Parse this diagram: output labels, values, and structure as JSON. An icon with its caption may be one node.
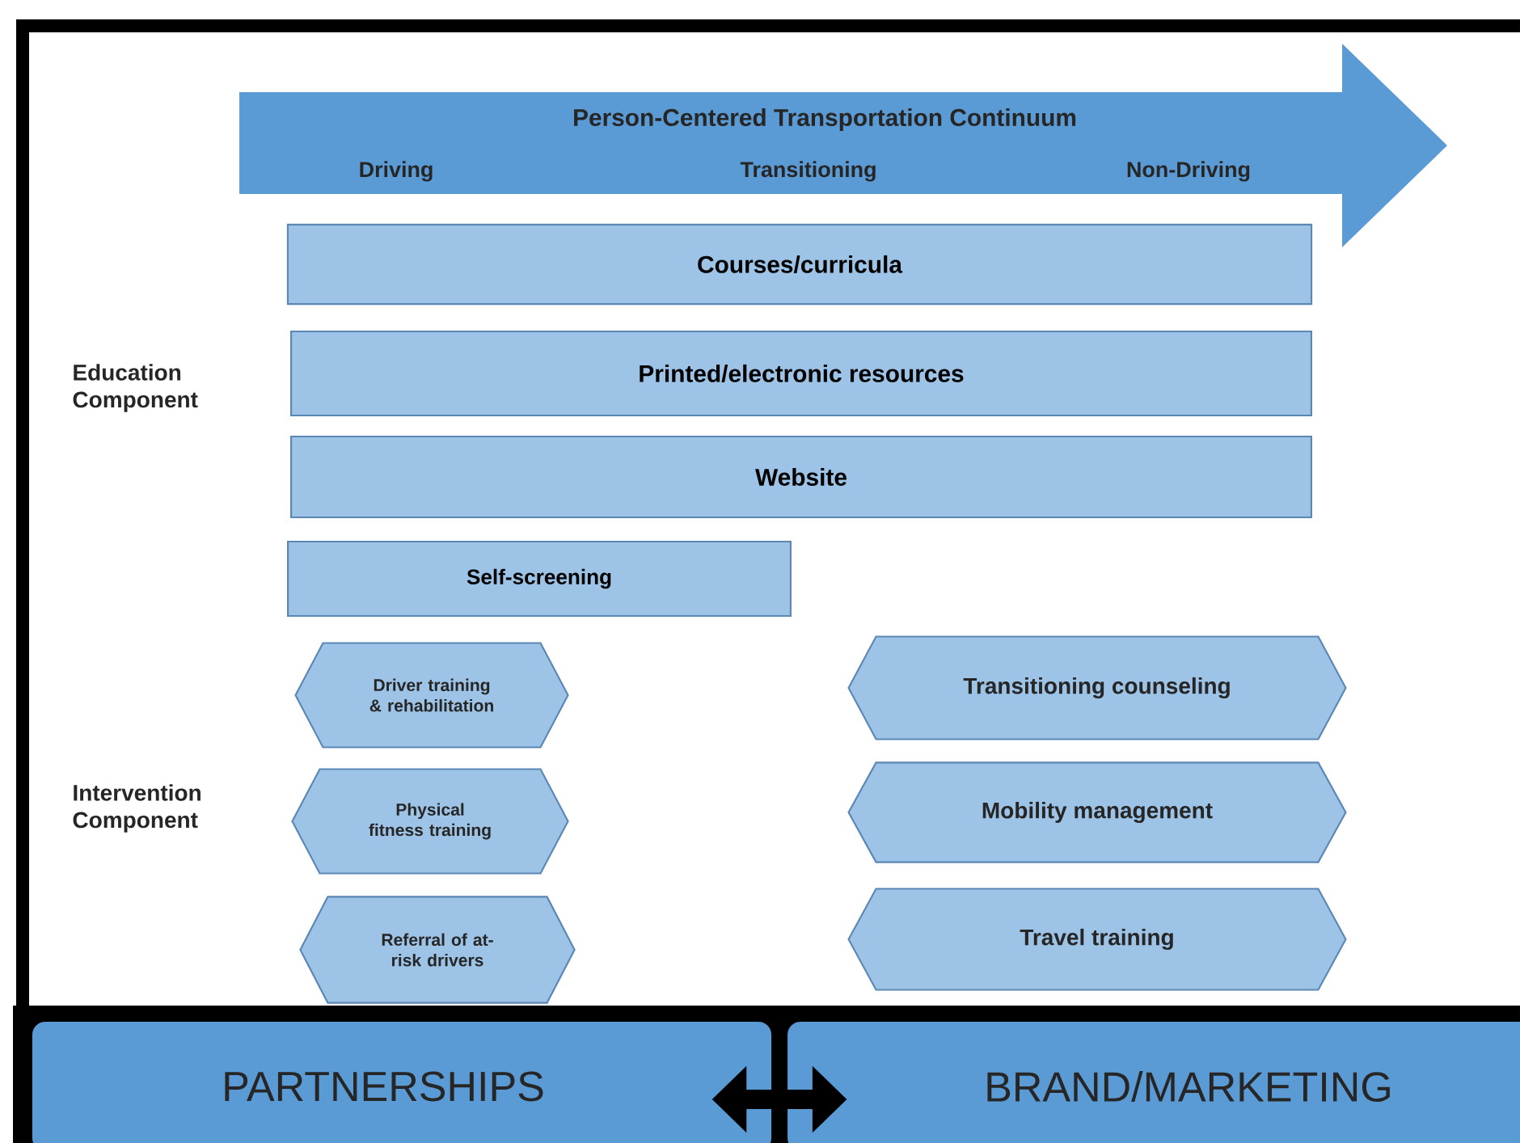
{
  "diagram": {
    "nodes": [
      {
        "text": [
          "Person-Centered Transportation Continuum",
          "Driving",
          "Transitioning",
          "Non-Driving"
        ]
      },
      {
        "text": [
          "Courses/curricula"
        ]
      },
      {
        "text": [
          "Printed/electronic resources"
        ]
      },
      {
        "text": [
          "Website"
        ]
      },
      {
        "text": [
          "Self-screening"
        ]
      },
      {
        "text": [
          "Driver training & rehabilitation"
        ]
      },
      {
        "text": [
          "Transitioning counseling"
        ]
      },
      {
        "text": [
          "Physical fitness training"
        ]
      },
      {
        "text": [
          "Mobility management"
        ]
      },
      {
        "text": [
          "Referral of at-risk drivers"
        ]
      },
      {
        "text": [
          "Travel training"
        ]
      },
      {
        "text": [
          "PARTNERSHIPS"
        ]
      },
      {
        "text": [
          "BRAND/MARKETING"
        ]
      }
    ],
    "edges": [
      {
        "from": 11,
        "to": 12,
        "arrow": "both"
      }
    ],
    "labels": [
      "Education Component",
      "Intervention Component"
    ]
  }
}
